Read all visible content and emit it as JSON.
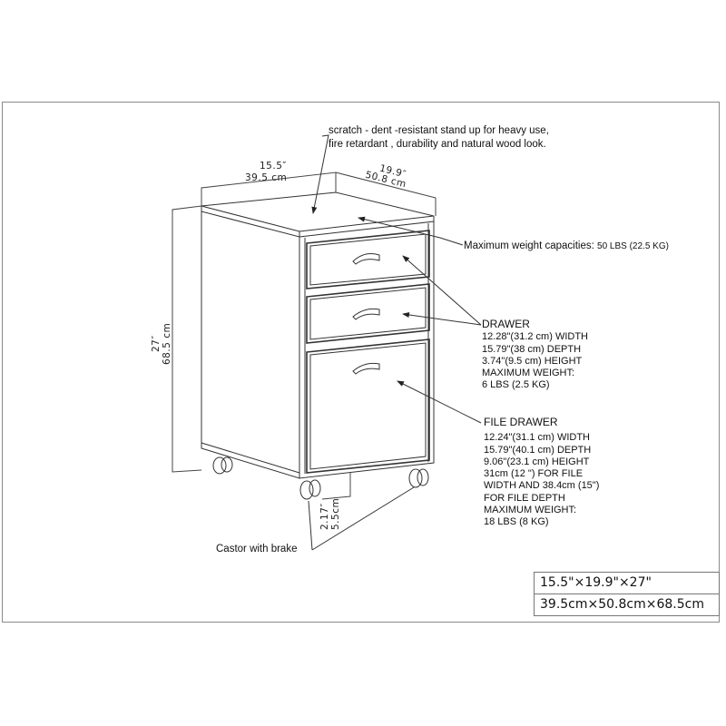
{
  "notes": {
    "surface": [
      "scratch - dent -resistant stand up for heavy use,",
      "fire retardant , durability and natural wood look."
    ],
    "top_capacity_label": "Maximum weight capacities:",
    "top_capacity_value": "50 LBS (22.5 KG)",
    "castor": "Castor with brake"
  },
  "dimensions": {
    "width_in": "15.5″",
    "width_cm": "39.5  cm",
    "depth_in": "19.9″",
    "depth_cm": "50.8  cm",
    "height_in": "27″",
    "height_cm": "68.5  cm",
    "castor_in": "2.17″",
    "castor_cm": "5.5cm"
  },
  "drawer": {
    "title": "DRAWER",
    "lines": [
      "12.28\"(31.2 cm) WIDTH",
      "15.79\"(38 cm) DEPTH",
      "3.74\"(9.5 cm) HEIGHT",
      "MAXIMUM WEIGHT:",
      "6 LBS (2.5 KG)"
    ]
  },
  "file_drawer": {
    "title": "FILE DRAWER",
    "lines": [
      "12.24\"(31.1 cm) WIDTH",
      "15.79\"(40.1 cm) DEPTH",
      "9.06\"(23.1 cm) HEIGHT",
      "31cm (12 \") FOR FILE",
      "WIDTH AND 38.4cm (15\")",
      "FOR FILE DEPTH",
      "MAXIMUM WEIGHT:",
      "18 LBS (8 KG)"
    ]
  },
  "spec_table": {
    "imperial": "15.5\"×19.9\"×27\"",
    "metric": "39.5cm×50.8cm×68.5cm"
  }
}
